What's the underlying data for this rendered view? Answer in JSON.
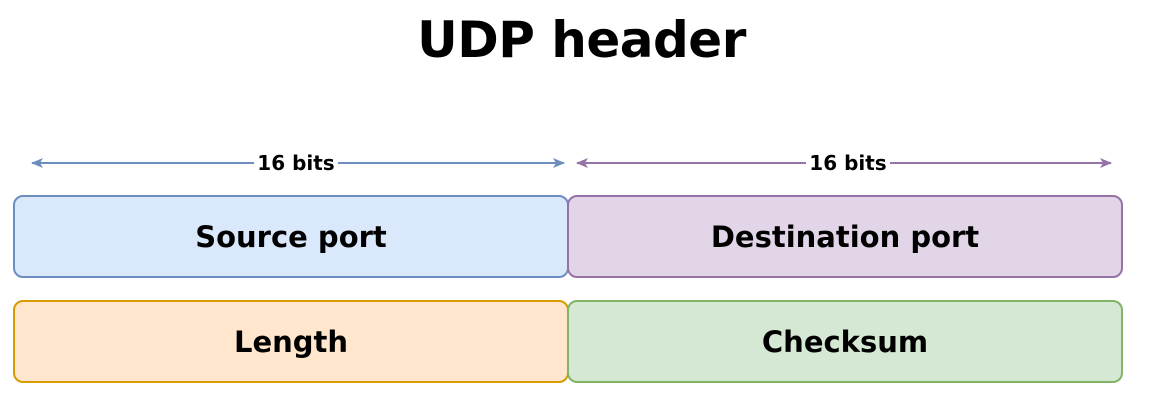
{
  "title": "UDP header",
  "widths": [
    {
      "label": "16 bits",
      "color": "#6c8ebf"
    },
    {
      "label": "16 bits",
      "color": "#9673a6"
    }
  ],
  "fields": [
    {
      "label": "Source port",
      "fill": "#dae8fc",
      "border": "#6c8ebf"
    },
    {
      "label": "Destination port",
      "fill": "#e1d5e7",
      "border": "#9673a6"
    },
    {
      "label": "Length",
      "fill": "#ffe6cc",
      "border": "#d79b00"
    },
    {
      "label": "Checksum",
      "fill": "#d5e8d4",
      "border": "#82b366"
    }
  ]
}
